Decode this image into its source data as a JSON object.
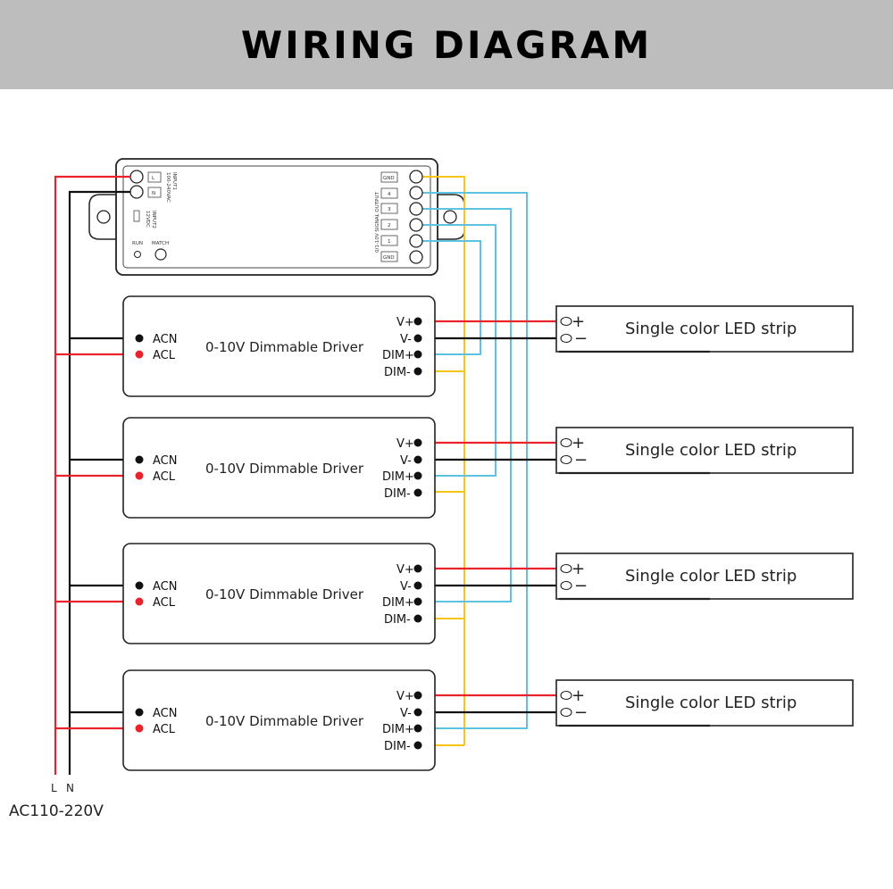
{
  "header": {
    "title": "WIRING DIAGRAM"
  },
  "controller": {
    "pin_L": "L",
    "pin_N": "N",
    "input1": "INPUT1",
    "input1_range": "100-240VAC",
    "input2": "INPUT2",
    "input2_range": "12VDC",
    "run": "RUN",
    "match": "MATCH",
    "output_label": "0/1-10V SIGNAL OUTPUT",
    "outputs": [
      "GND",
      "4",
      "3",
      "2",
      "1",
      "GND"
    ]
  },
  "drivers": [
    {
      "title": "0-10V Dimmable Driver",
      "acn": "ACN",
      "acl": "ACL",
      "vplus": "V+",
      "vminus": "V-",
      "dimplus": "DIM+",
      "dimminus": "DIM-"
    },
    {
      "title": "0-10V Dimmable Driver",
      "acn": "ACN",
      "acl": "ACL",
      "vplus": "V+",
      "vminus": "V-",
      "dimplus": "DIM+",
      "dimminus": "DIM-"
    },
    {
      "title": "0-10V Dimmable Driver",
      "acn": "ACN",
      "acl": "ACL",
      "vplus": "V+",
      "vminus": "V-",
      "dimplus": "DIM+",
      "dimminus": "DIM-"
    },
    {
      "title": "0-10V Dimmable Driver",
      "acn": "ACN",
      "acl": "ACL",
      "vplus": "V+",
      "vminus": "V-",
      "dimplus": "DIM+",
      "dimminus": "DIM-"
    }
  ],
  "strips": [
    {
      "label": "Single color LED strip",
      "plus": "+",
      "minus": "−"
    },
    {
      "label": "Single color LED strip",
      "plus": "+",
      "minus": "−"
    },
    {
      "label": "Single color LED strip",
      "plus": "+",
      "minus": "−"
    },
    {
      "label": "Single color LED strip",
      "plus": "+",
      "minus": "−"
    }
  ],
  "power": {
    "L": "L",
    "N": "N",
    "voltage": "AC110-220V"
  },
  "colors": {
    "live": "#e8232b",
    "neutral": "#111111",
    "gnd": "#f5c518",
    "signal": "#5ec3e0",
    "banner": "#bdbdbd"
  }
}
